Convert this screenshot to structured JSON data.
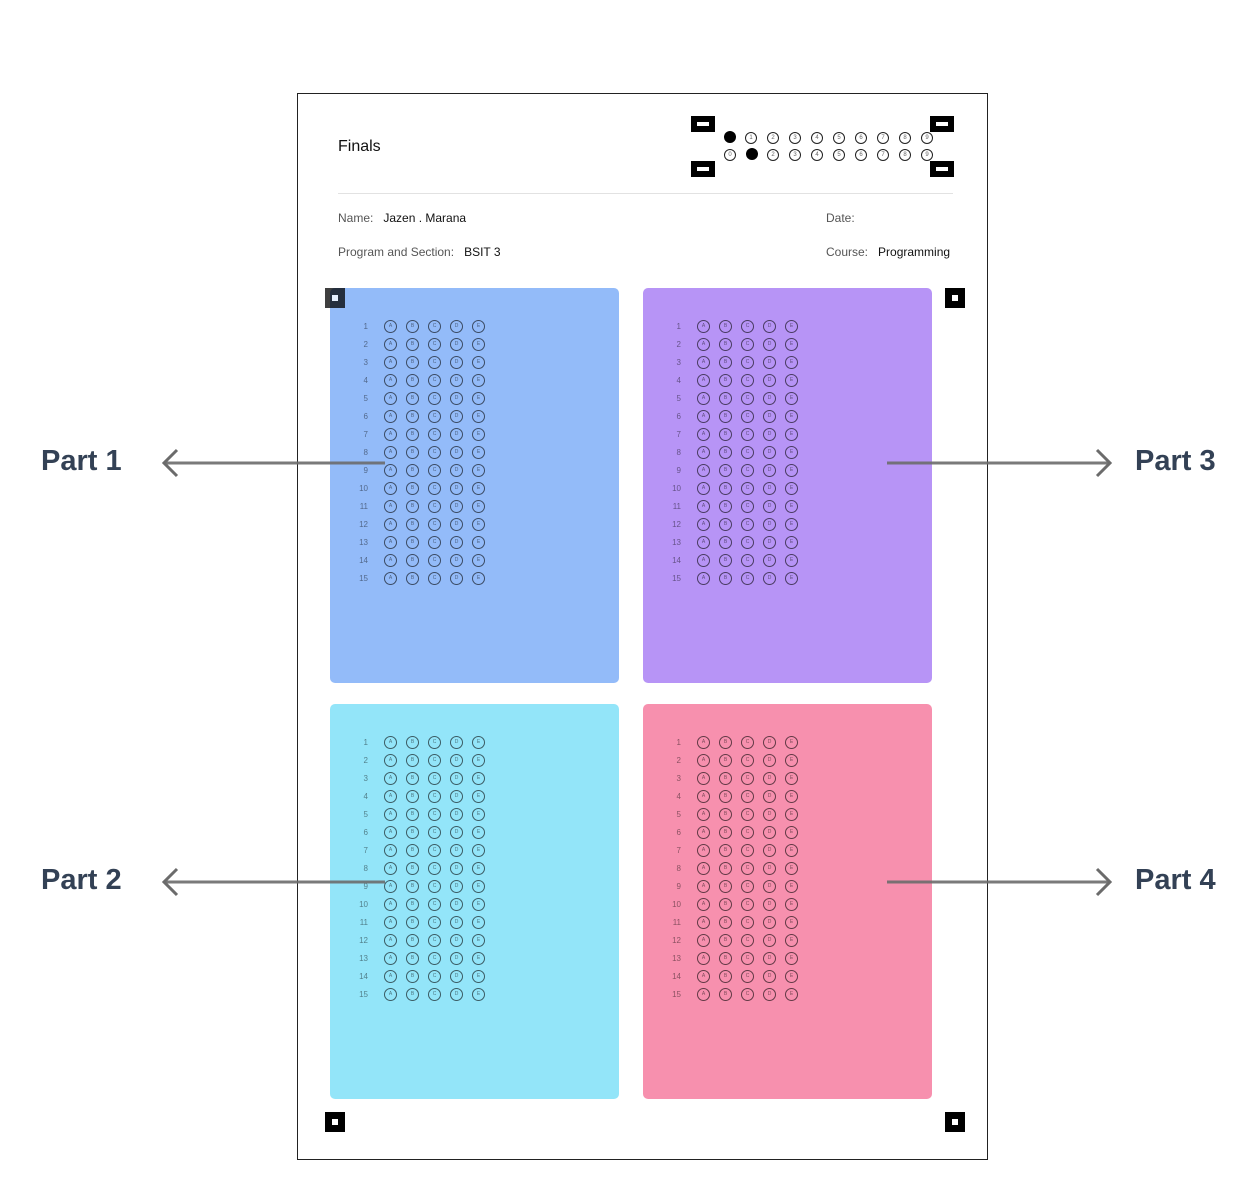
{
  "header": {
    "title": "Finals",
    "name_label": "Name:",
    "name_value": "Jazen . Marana",
    "date_label": "Date:",
    "date_value": "",
    "program_label": "Program and Section:",
    "program_value": "BSIT 3",
    "course_label": "Course:",
    "course_value": "Programming"
  },
  "id_grid": {
    "digits": [
      "0",
      "1",
      "2",
      "3",
      "4",
      "5",
      "6",
      "7",
      "8",
      "9"
    ],
    "selected": [
      0,
      1
    ]
  },
  "answer_sheet": {
    "question_numbers": [
      "1",
      "2",
      "3",
      "4",
      "5",
      "6",
      "7",
      "8",
      "9",
      "10",
      "11",
      "12",
      "13",
      "14",
      "15"
    ],
    "choices": [
      "A",
      "B",
      "C",
      "D",
      "E"
    ]
  },
  "parts": [
    {
      "label": "Part 1",
      "color": "#93bbf9"
    },
    {
      "label": "Part 2",
      "color": "#93e5f9"
    },
    {
      "label": "Part 3",
      "color": "#b794f6"
    },
    {
      "label": "Part 4",
      "color": "#f790ae"
    }
  ],
  "colors": {
    "arrow": "#6b6b6b",
    "label": "#334155"
  }
}
